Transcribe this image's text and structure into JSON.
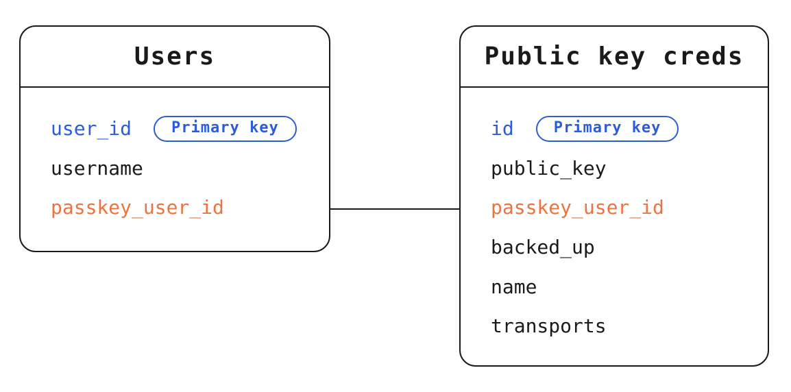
{
  "colors": {
    "primary_key_blue": "#2b5cd9",
    "foreign_key_orange": "#ed7340",
    "line_black": "#1a1a1a",
    "background_white": "#ffffff"
  },
  "tables": [
    {
      "title": "Users",
      "fields": [
        {
          "name": "user_id",
          "color": "blue",
          "badge": "Primary key"
        },
        {
          "name": "username",
          "color": "black"
        },
        {
          "name": "passkey_user_id",
          "color": "orange"
        }
      ]
    },
    {
      "title": "Public key creds",
      "fields": [
        {
          "name": "id",
          "color": "blue",
          "badge": "Primary key"
        },
        {
          "name": "public_key",
          "color": "black"
        },
        {
          "name": "passkey_user_id",
          "color": "orange"
        },
        {
          "name": "backed_up",
          "color": "black"
        },
        {
          "name": "name",
          "color": "black"
        },
        {
          "name": "transports",
          "color": "black"
        }
      ]
    }
  ],
  "relationship": {
    "from": "Users.passkey_user_id",
    "to": "Public key creds.passkey_user_id"
  }
}
